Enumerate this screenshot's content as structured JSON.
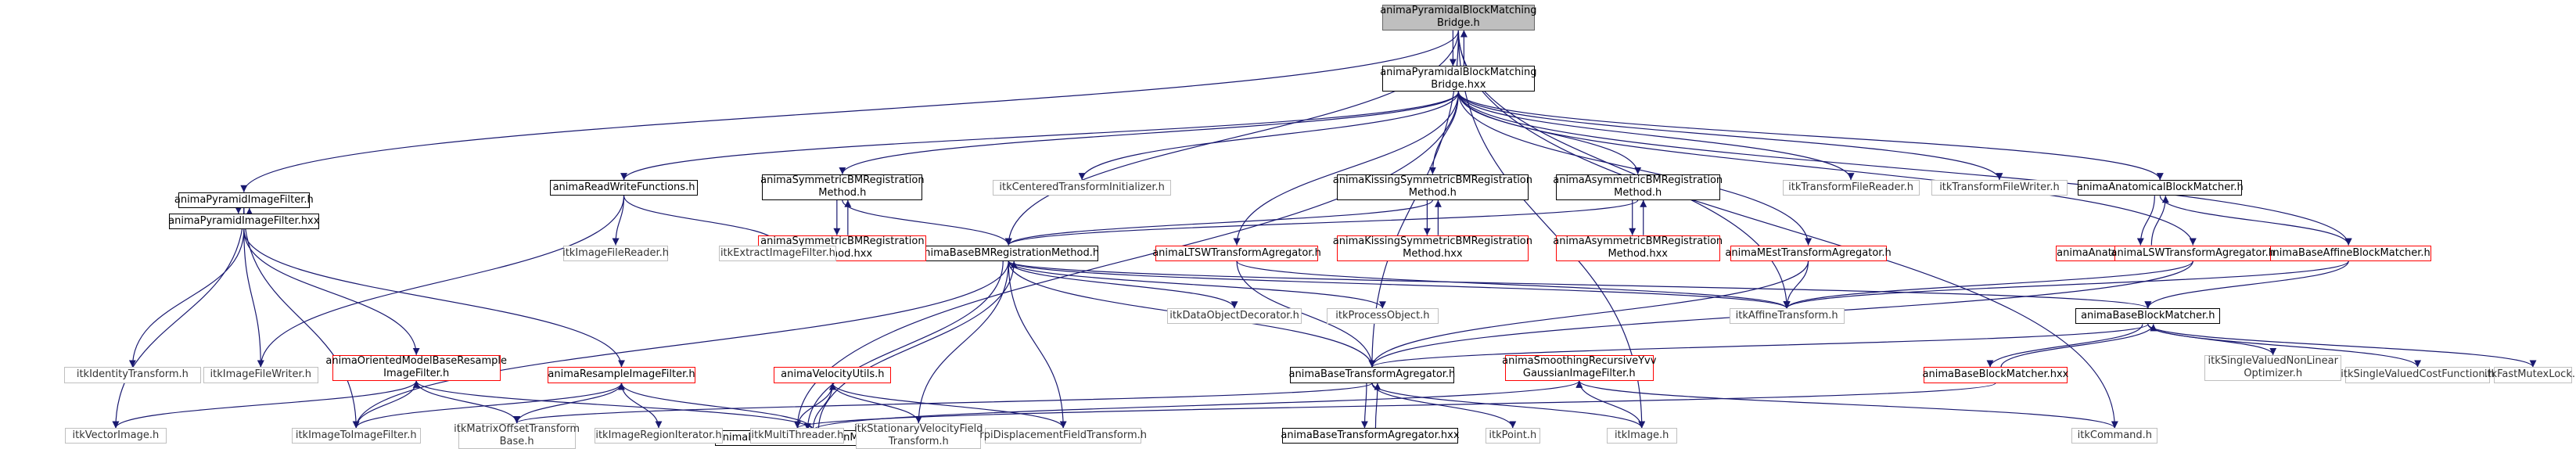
{
  "graph": {
    "colors": {
      "edge": "#191970",
      "root_fill": "#bfbfbf",
      "doc_border": "#000000",
      "template_border": "#ff0000",
      "external_border": "#bfbfbf"
    },
    "nodes": [
      {
        "id": "root",
        "kind": "root",
        "lines": [
          "animaPyramidalBlockMatching",
          "Bridge.h"
        ]
      },
      {
        "id": "bridge_hxx",
        "kind": "doc",
        "lines": [
          "animaPyramidalBlockMatching",
          "Bridge.hxx"
        ]
      },
      {
        "id": "pif_h",
        "kind": "doc",
        "lines": [
          "animaPyramidImageFilter.h"
        ]
      },
      {
        "id": "pif_hxx",
        "kind": "doc",
        "lines": [
          "animaPyramidImageFilter.hxx"
        ]
      },
      {
        "id": "bbm_h",
        "kind": "doc",
        "lines": [
          "animaBaseBMRegistrationMethod.h"
        ]
      },
      {
        "id": "bbm_hxx",
        "kind": "doc",
        "lines": [
          "animaBaseBMRegistrationMethod.hxx"
        ]
      },
      {
        "id": "rwf_h",
        "kind": "doc",
        "lines": [
          "animaReadWriteFunctions.h"
        ]
      },
      {
        "id": "sym_h",
        "kind": "doc",
        "lines": [
          "animaSymmetricBMRegistration",
          "Method.h"
        ]
      },
      {
        "id": "sym_hxx",
        "kind": "tmpl",
        "lines": [
          "animaSymmetricBMRegistration",
          "Method.hxx"
        ]
      },
      {
        "id": "ctinit",
        "kind": "ext",
        "lines": [
          "itkCenteredTransformInitializer.h"
        ]
      },
      {
        "id": "kis_h",
        "kind": "doc",
        "lines": [
          "animaKissingSymmetricBMRegistration",
          "Method.h"
        ]
      },
      {
        "id": "kis_hxx",
        "kind": "tmpl",
        "lines": [
          "animaKissingSymmetricBMRegistration",
          "Method.hxx"
        ]
      },
      {
        "id": "asym_h",
        "kind": "doc",
        "lines": [
          "animaAsymmetricBMRegistration",
          "Method.h"
        ]
      },
      {
        "id": "asym_hxx",
        "kind": "tmpl",
        "lines": [
          "animaAsymmetricBMRegistration",
          "Method.hxx"
        ]
      },
      {
        "id": "tfr",
        "kind": "ext",
        "lines": [
          "itkTransformFileReader.h"
        ]
      },
      {
        "id": "tfw",
        "kind": "ext",
        "lines": [
          "itkTransformFileWriter.h"
        ]
      },
      {
        "id": "abm_h",
        "kind": "doc",
        "lines": [
          "animaAnatomicalBlockMatcher.h"
        ]
      },
      {
        "id": "abm_hxx",
        "kind": "tmpl",
        "lines": [
          "animaAnatomicalBlockMatcher.hxx"
        ]
      },
      {
        "id": "affbm",
        "kind": "tmpl",
        "lines": [
          "animaBaseAffineBlockMatcher.h"
        ]
      },
      {
        "id": "lsw",
        "kind": "tmpl",
        "lines": [
          "animaLSWTransformAgregator.h"
        ]
      },
      {
        "id": "ltsw",
        "kind": "tmpl",
        "lines": [
          "animaLTSWTransformAgregator.h"
        ]
      },
      {
        "id": "mest",
        "kind": "tmpl",
        "lines": [
          "animaMEstTransformAgregator.h"
        ]
      },
      {
        "id": "ifr",
        "kind": "ext",
        "lines": [
          "itkImageFileReader.h"
        ]
      },
      {
        "id": "eif",
        "kind": "ext",
        "lines": [
          "itkExtractImageFilter.h"
        ]
      },
      {
        "id": "dod",
        "kind": "ext",
        "lines": [
          "itkDataObjectDecorator.h"
        ]
      },
      {
        "id": "po",
        "kind": "ext",
        "lines": [
          "itkProcessObject.h"
        ]
      },
      {
        "id": "aff",
        "kind": "ext",
        "lines": [
          "itkAffineTransform.h"
        ]
      },
      {
        "id": "bm_h",
        "kind": "doc",
        "lines": [
          "animaBaseBlockMatcher.h"
        ]
      },
      {
        "id": "bm_hxx",
        "kind": "tmpl",
        "lines": [
          "animaBaseBlockMatcher.hxx"
        ]
      },
      {
        "id": "idt",
        "kind": "ext",
        "lines": [
          "itkIdentityTransform.h"
        ]
      },
      {
        "id": "ifw",
        "kind": "ext",
        "lines": [
          "itkImageFileWriter.h"
        ]
      },
      {
        "id": "ombr",
        "kind": "tmpl",
        "lines": [
          "animaOrientedModelBaseResample",
          "ImageFilter.h"
        ]
      },
      {
        "id": "rif",
        "kind": "tmpl",
        "lines": [
          "animaResampleImageFilter.h"
        ]
      },
      {
        "id": "vu",
        "kind": "tmpl",
        "lines": [
          "animaVelocityUtils.h"
        ]
      },
      {
        "id": "bta",
        "kind": "doc",
        "lines": [
          "animaBaseTransformAgregator.h"
        ]
      },
      {
        "id": "srg",
        "kind": "tmpl",
        "lines": [
          "animaSmoothingRecursiveYvv",
          "GaussianImageFilter.h"
        ]
      },
      {
        "id": "svno",
        "kind": "ext",
        "lines": [
          "itkSingleValuedNonLinear",
          "Optimizer.h"
        ]
      },
      {
        "id": "svcf",
        "kind": "ext",
        "lines": [
          "itkSingleValuedCostFunction.h"
        ]
      },
      {
        "id": "fml",
        "kind": "ext",
        "lines": [
          "itkFastMutexLock.h"
        ]
      },
      {
        "id": "vi",
        "kind": "ext",
        "lines": [
          "itkVectorImage.h"
        ]
      },
      {
        "id": "iti",
        "kind": "ext",
        "lines": [
          "itkImageToImageFilter.h"
        ]
      },
      {
        "id": "mot",
        "kind": "ext",
        "lines": [
          "itkMatrixOffsetTransform",
          "Base.h"
        ]
      },
      {
        "id": "iri",
        "kind": "ext",
        "lines": [
          "itkImageRegionIterator.h"
        ]
      },
      {
        "id": "mt",
        "kind": "ext",
        "lines": [
          "itkMultiThreader.h"
        ]
      },
      {
        "id": "svf",
        "kind": "ext",
        "lines": [
          "itkStationaryVelocityField",
          "Transform.h"
        ]
      },
      {
        "id": "rpi",
        "kind": "ext",
        "lines": [
          "rpiDisplacementFieldTransform.h"
        ]
      },
      {
        "id": "bta_hxx",
        "kind": "doc",
        "lines": [
          "animaBaseTransformAgregator.hxx"
        ]
      },
      {
        "id": "pt",
        "kind": "ext",
        "lines": [
          "itkPoint.h"
        ]
      },
      {
        "id": "img",
        "kind": "ext",
        "lines": [
          "itkImage.h"
        ]
      },
      {
        "id": "cmd",
        "kind": "ext",
        "lines": [
          "itkCommand.h"
        ]
      }
    ],
    "edges": [
      [
        "root",
        "bridge_hxx"
      ],
      [
        "bridge_hxx",
        "root"
      ],
      [
        "root",
        "pif_h"
      ],
      [
        "root",
        "bbm_h"
      ],
      [
        "root",
        "bta"
      ],
      [
        "root",
        "aff"
      ],
      [
        "root",
        "img"
      ],
      [
        "root",
        "cmd"
      ],
      [
        "bridge_hxx",
        "rwf_h"
      ],
      [
        "bridge_hxx",
        "sym_h"
      ],
      [
        "bridge_hxx",
        "ctinit"
      ],
      [
        "bridge_hxx",
        "kis_h"
      ],
      [
        "bridge_hxx",
        "asym_h"
      ],
      [
        "bridge_hxx",
        "tfr"
      ],
      [
        "bridge_hxx",
        "tfw"
      ],
      [
        "bridge_hxx",
        "abm_h"
      ],
      [
        "bridge_hxx",
        "lsw"
      ],
      [
        "bridge_hxx",
        "ltsw"
      ],
      [
        "bridge_hxx",
        "mest"
      ],
      [
        "bridge_hxx",
        "mt"
      ],
      [
        "bridge_hxx",
        "affbm"
      ],
      [
        "pif_h",
        "pif_hxx"
      ],
      [
        "pif_hxx",
        "pif_h"
      ],
      [
        "pif_h",
        "vi"
      ],
      [
        "pif_h",
        "iti"
      ],
      [
        "pif_hxx",
        "idt"
      ],
      [
        "pif_hxx",
        "ifw"
      ],
      [
        "pif_hxx",
        "ombr"
      ],
      [
        "pif_hxx",
        "rif"
      ],
      [
        "rwf_h",
        "ifr"
      ],
      [
        "rwf_h",
        "eif"
      ],
      [
        "rwf_h",
        "ifw"
      ],
      [
        "sym_h",
        "sym_hxx"
      ],
      [
        "sym_hxx",
        "sym_h"
      ],
      [
        "sym_h",
        "bbm_h"
      ],
      [
        "kis_h",
        "kis_hxx"
      ],
      [
        "kis_hxx",
        "kis_h"
      ],
      [
        "kis_h",
        "bbm_h"
      ],
      [
        "asym_h",
        "asym_hxx"
      ],
      [
        "asym_hxx",
        "asym_h"
      ],
      [
        "asym_h",
        "bbm_h"
      ],
      [
        "abm_h",
        "abm_hxx"
      ],
      [
        "abm_hxx",
        "abm_h"
      ],
      [
        "abm_h",
        "affbm"
      ],
      [
        "affbm",
        "aff"
      ],
      [
        "affbm",
        "bm_h"
      ],
      [
        "lsw",
        "bta"
      ],
      [
        "lsw",
        "aff"
      ],
      [
        "ltsw",
        "bta"
      ],
      [
        "ltsw",
        "aff"
      ],
      [
        "mest",
        "bta"
      ],
      [
        "mest",
        "aff"
      ],
      [
        "bbm_h",
        "bbm_hxx"
      ],
      [
        "bbm_hxx",
        "bbm_h"
      ],
      [
        "bbm_h",
        "dod"
      ],
      [
        "bbm_h",
        "po"
      ],
      [
        "bbm_h",
        "aff"
      ],
      [
        "bbm_h",
        "bm_h"
      ],
      [
        "bbm_h",
        "bta"
      ],
      [
        "bbm_h",
        "iti"
      ],
      [
        "bbm_h",
        "svf"
      ],
      [
        "bbm_h",
        "rpi"
      ],
      [
        "bbm_hxx",
        "ombr"
      ],
      [
        "bbm_hxx",
        "rif"
      ],
      [
        "bbm_hxx",
        "vu"
      ],
      [
        "bbm_hxx",
        "srg"
      ],
      [
        "bbm_hxx",
        "mt"
      ],
      [
        "bbm_hxx",
        "iri"
      ],
      [
        "bm_h",
        "bm_hxx"
      ],
      [
        "bm_hxx",
        "bm_h"
      ],
      [
        "bm_h",
        "bta"
      ],
      [
        "bm_h",
        "svno"
      ],
      [
        "bm_h",
        "svcf"
      ],
      [
        "bm_h",
        "fml"
      ],
      [
        "bm_hxx",
        "mt"
      ],
      [
        "ombr",
        "vi"
      ],
      [
        "ombr",
        "iti"
      ],
      [
        "ombr",
        "mot"
      ],
      [
        "rif",
        "iti"
      ],
      [
        "rif",
        "mot"
      ],
      [
        "rif",
        "iri"
      ],
      [
        "vu",
        "mt"
      ],
      [
        "vu",
        "svf"
      ],
      [
        "vu",
        "rpi"
      ],
      [
        "srg",
        "img"
      ],
      [
        "srg",
        "cmd"
      ],
      [
        "bta",
        "bta_hxx"
      ],
      [
        "bta_hxx",
        "bta"
      ],
      [
        "bta",
        "pt"
      ],
      [
        "bta",
        "img"
      ],
      [
        "bta",
        "mot"
      ]
    ]
  }
}
